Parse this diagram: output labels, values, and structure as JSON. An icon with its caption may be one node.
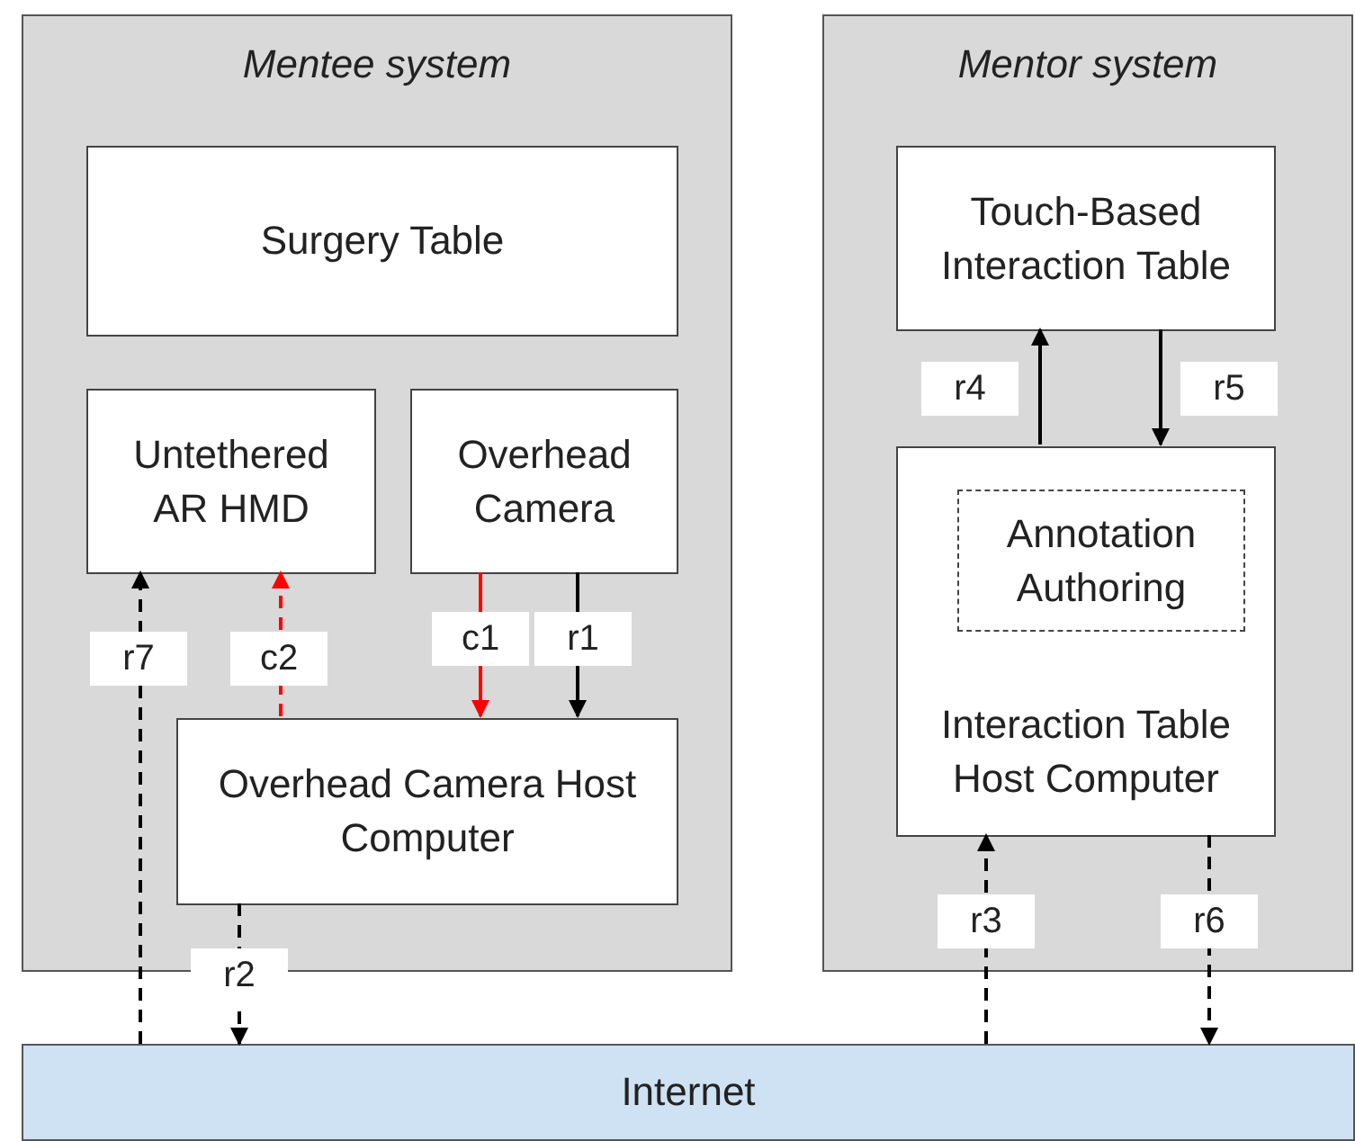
{
  "diagram": {
    "nodes": [
      {
        "text": [
          "Mentee system"
        ]
      },
      {
        "text": [
          "Surgery Table"
        ],
        "in": 0
      },
      {
        "text": [
          "Untethered AR HMD"
        ],
        "in": 0
      },
      {
        "text": [
          "Overhead Camera"
        ],
        "in": 0
      },
      {
        "text": [
          "Overhead Camera Host Computer"
        ],
        "in": 0
      },
      {
        "text": [
          "Mentor system"
        ]
      },
      {
        "text": [
          "Touch-Based Interaction Table"
        ],
        "in": 5
      },
      {
        "text": [
          "Interaction Table Host Computer"
        ],
        "in": 5
      },
      {
        "text": [
          "Annotation Authoring"
        ],
        "in": 7
      },
      {
        "text": [
          "Internet"
        ]
      }
    ],
    "edges": [
      {
        "from": 9,
        "to": 2,
        "arrow": "to",
        "label": "r7",
        "style": "dashed"
      },
      {
        "from": 4,
        "to": 2,
        "arrow": "to",
        "label": "c2",
        "style": "dashed",
        "color": "#ff0000"
      },
      {
        "from": 3,
        "to": 4,
        "arrow": "to",
        "label": "c1",
        "color": "#ff0000"
      },
      {
        "from": 3,
        "to": 4,
        "arrow": "to",
        "label": "r1"
      },
      {
        "from": 4,
        "to": 9,
        "arrow": "to",
        "label": "r2",
        "style": "dashed"
      },
      {
        "from": 9,
        "to": 7,
        "arrow": "to",
        "label": "r3",
        "style": "dashed"
      },
      {
        "from": 7,
        "to": 9,
        "arrow": "to",
        "label": "r6",
        "style": "dashed"
      },
      {
        "from": 7,
        "to": 6,
        "arrow": "to",
        "label": "r4"
      },
      {
        "from": 6,
        "to": 7,
        "arrow": "to",
        "label": "r5"
      }
    ]
  }
}
